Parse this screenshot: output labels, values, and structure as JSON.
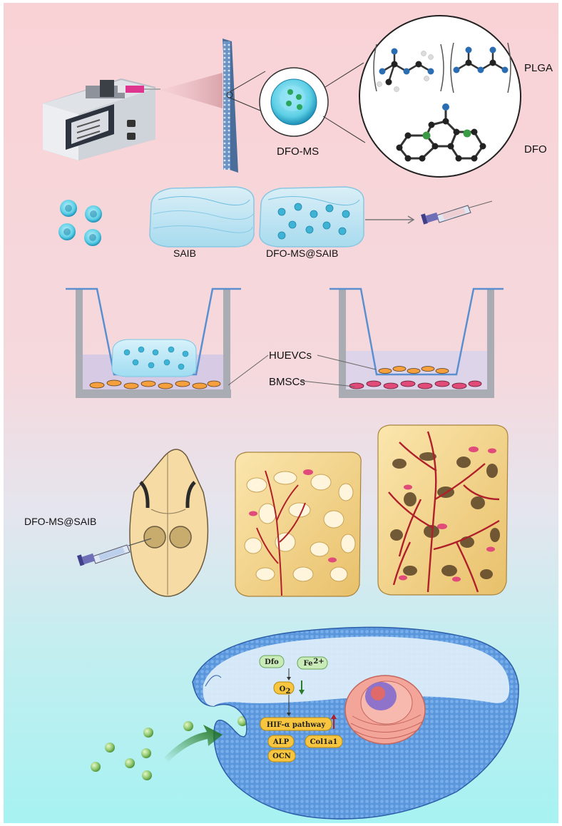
{
  "labels": {
    "plga": "PLGA",
    "dfo": "DFO",
    "dfo_ms": "DFO-MS",
    "saib": "SAIB",
    "dfo_ms_saib": "DFO-MS@SAIB",
    "huevcs": "HUEVCs",
    "bmscs": "BMSCs",
    "dfo_ms_saib_injection": "DFO-MS@SAIB"
  },
  "pathway": {
    "dfo": "Dfo",
    "fe": "Fe",
    "fe_charge": "2+",
    "o2": "O",
    "o2_sub": "2",
    "hif": "HIF-α pathway",
    "alp": "ALP",
    "col1a1": "Col1a1",
    "ocn": "OCN"
  },
  "colors": {
    "bg_top": "#f9d3d7",
    "bg_mid": "#ebe2ea",
    "bg_bottom": "#a9f2f2",
    "microsphere": "#38b9d5",
    "vessel": "#b0202a",
    "bone": "#f2d58f",
    "cell_membrane": "#4f8fd8",
    "pill": "#f7c63e",
    "node_green": "#c8ebb8"
  }
}
